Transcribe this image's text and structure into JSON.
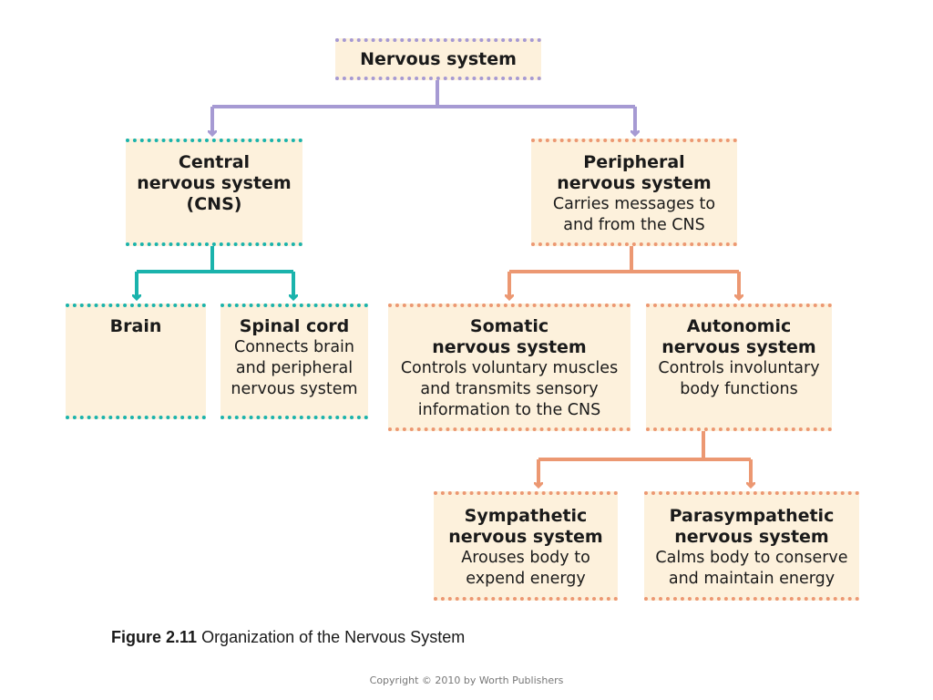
{
  "nodes": {
    "root": {
      "title": "Nervous system",
      "accent": "#a69ad3"
    },
    "cns": {
      "title_lines": [
        "Central",
        "nervous system",
        "(CNS)"
      ],
      "accent": "#1ab3ac"
    },
    "pns": {
      "title_lines": [
        "Peripheral",
        "nervous system"
      ],
      "desc_lines": [
        "Carries messages to",
        "and from the CNS"
      ],
      "accent": "#ec9872"
    },
    "brain": {
      "title": "Brain",
      "accent": "#1ab3ac"
    },
    "spinal": {
      "title": "Spinal cord",
      "desc_lines": [
        "Connects brain",
        "and peripheral",
        "nervous system"
      ],
      "accent": "#1ab3ac"
    },
    "somatic": {
      "title_lines": [
        "Somatic",
        "nervous system"
      ],
      "desc_lines": [
        "Controls voluntary muscles",
        "and transmits sensory",
        "information to the CNS"
      ],
      "accent": "#ec9872"
    },
    "autonomic": {
      "title_lines": [
        "Autonomic",
        "nervous system"
      ],
      "desc_lines": [
        "Controls involuntary",
        "body functions"
      ],
      "accent": "#ec9872"
    },
    "sympathetic": {
      "title_lines": [
        "Sympathetic",
        "nervous system"
      ],
      "desc_lines": [
        "Arouses body to",
        "expend energy"
      ],
      "accent": "#ec9872"
    },
    "parasympathetic": {
      "title_lines": [
        "Parasympathetic",
        "nervous system"
      ],
      "desc_lines": [
        "Calms body to conserve",
        "and maintain energy"
      ],
      "accent": "#ec9872"
    }
  },
  "caption": {
    "label": "Figure 2.11",
    "text": "Organization of the Nervous System"
  },
  "copyright": "Copyright © 2010 by Worth Publishers",
  "connector_colors": {
    "root": "#a69ad3",
    "cns": "#1ab3ac",
    "pns": "#ec9872"
  }
}
